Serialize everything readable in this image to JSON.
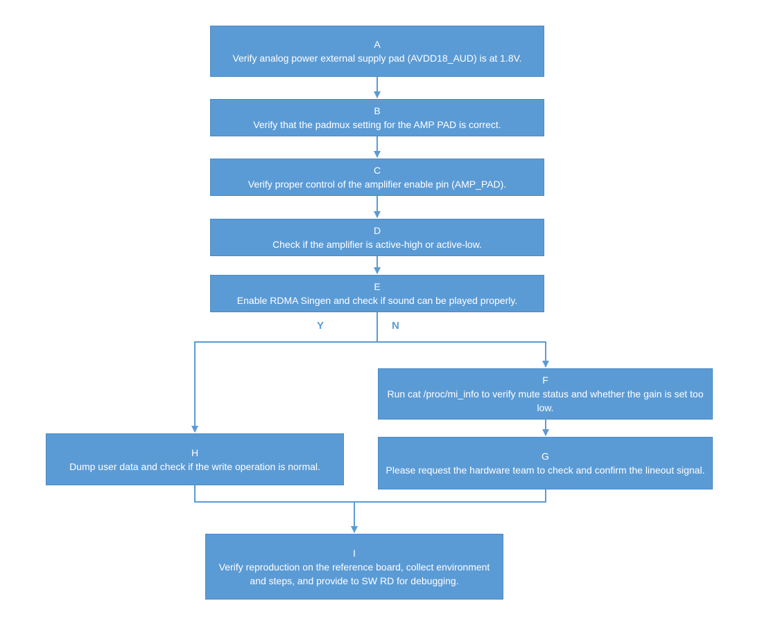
{
  "accent_color": "#5b9bd5",
  "connector_color": "#5b9bd5",
  "nodes": {
    "A": {
      "id": "A",
      "text": "Verify analog power external supply pad (AVDD18_AUD) is at 1.8V."
    },
    "B": {
      "id": "B",
      "text": "Verify that the padmux setting for the AMP PAD is correct."
    },
    "C": {
      "id": "C",
      "text": "Verify proper control of the amplifier enable pin (AMP_PAD)."
    },
    "D": {
      "id": "D",
      "text": "Check if the amplifier is active-high or active-low."
    },
    "E": {
      "id": "E",
      "text": "Enable RDMA Singen and check if sound can be played properly."
    },
    "F": {
      "id": "F",
      "text": "Run cat /proc/mi_info to verify mute status and whether the gain is set too low."
    },
    "G": {
      "id": "G",
      "text": "Please request the hardware team to check and confirm the lineout signal."
    },
    "H": {
      "id": "H",
      "text": "Dump user data and check if the write operation is normal."
    },
    "I": {
      "id": "I",
      "text": "Verify reproduction on the reference board, collect environment and steps, and provide to SW RD for debugging."
    }
  },
  "branches": {
    "yes": "Y",
    "no": "N"
  }
}
